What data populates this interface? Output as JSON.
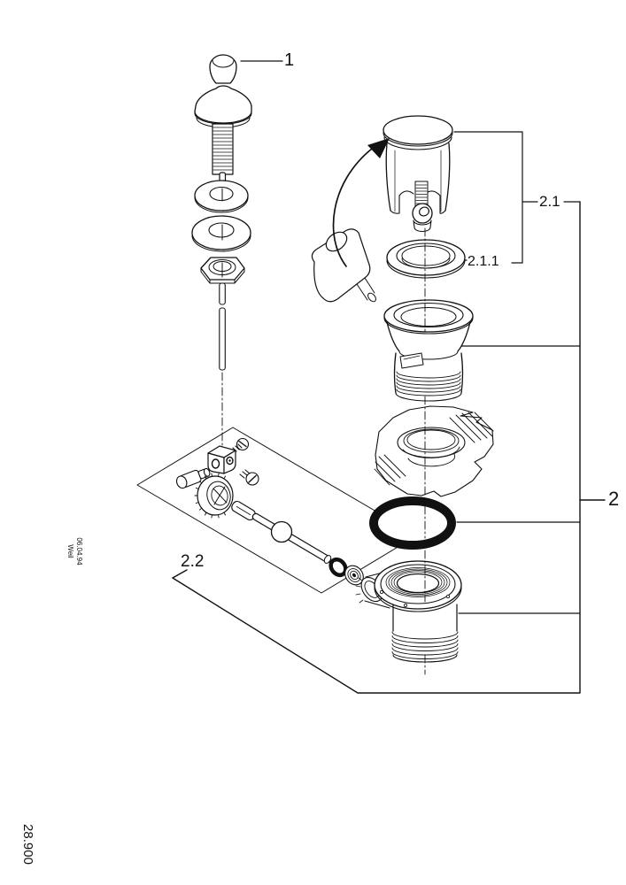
{
  "drawing": {
    "background": "#ffffff",
    "ink": "#111111",
    "callouts": {
      "item1": "1",
      "item2": "2",
      "item2_1": "2.1",
      "item2_1_1": "2.1.1",
      "item2_2": "2.2"
    },
    "margin": {
      "date": "06.04.94",
      "name": "Weil",
      "doc_number": "28.900"
    }
  }
}
